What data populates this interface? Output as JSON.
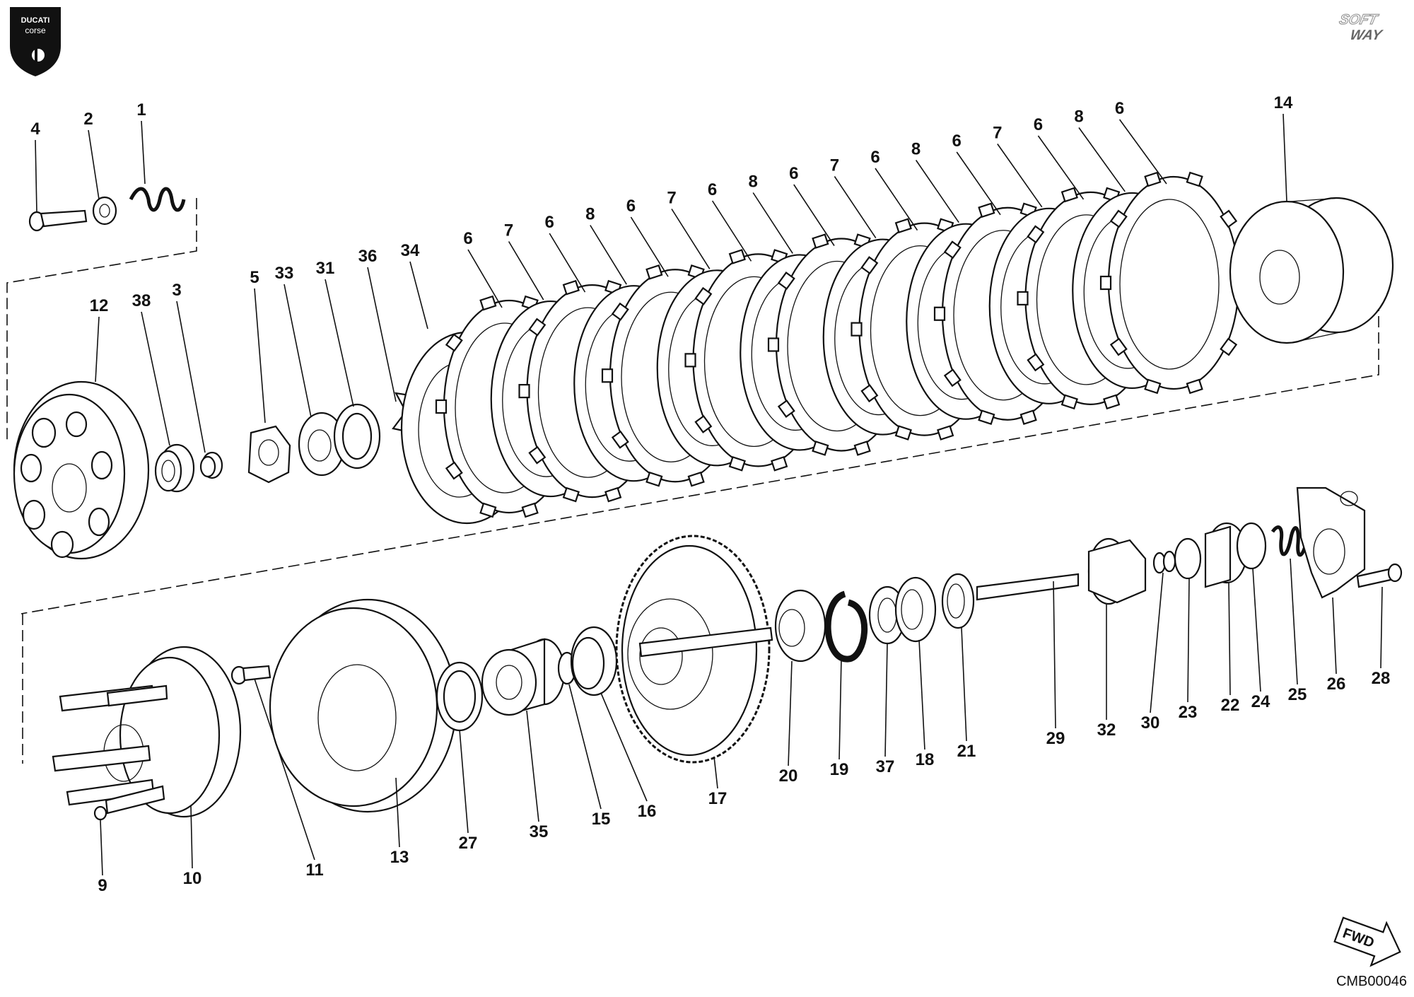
{
  "brand": {
    "logo_text_top": "DUCATI",
    "logo_text_bottom": "corse",
    "watermark_line1": "SOFT",
    "watermark_line2": "WAY"
  },
  "fwd_label": "FWD",
  "drawing_code": "CMB00046",
  "callouts": {
    "top_group": [
      "4",
      "2",
      "1",
      "12",
      "38",
      "3",
      "5",
      "33",
      "31",
      "36",
      "34",
      "14"
    ],
    "plate_labels": [
      "6",
      "7",
      "6",
      "8",
      "6",
      "7",
      "6",
      "8",
      "6",
      "7",
      "6",
      "8",
      "6",
      "7",
      "6",
      "8",
      "6"
    ],
    "bottom_group": [
      "9",
      "10",
      "11",
      "13",
      "27",
      "35",
      "15",
      "16",
      "17",
      "20",
      "19",
      "37",
      "18",
      "21",
      "29",
      "32",
      "30",
      "23",
      "22",
      "24",
      "25",
      "26",
      "28"
    ]
  }
}
